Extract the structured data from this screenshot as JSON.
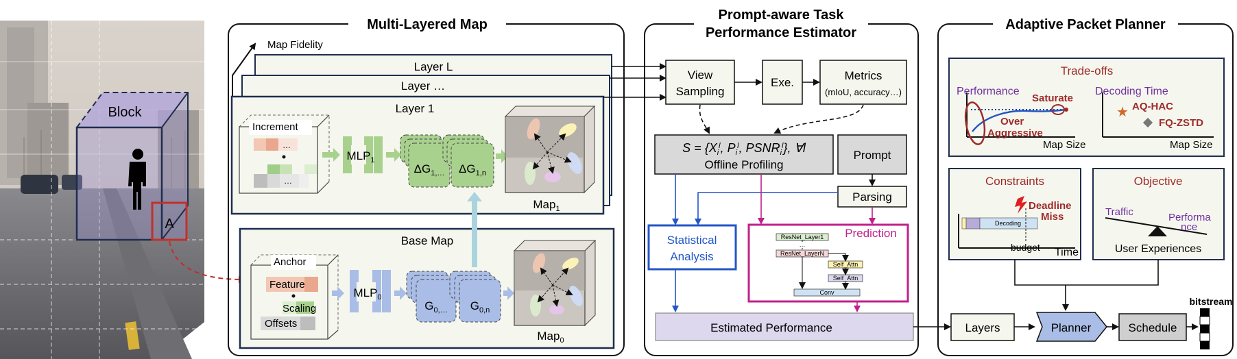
{
  "scene": {
    "block_label": "Block",
    "region_label": "A"
  },
  "multi_layered_map": {
    "title": "Multi-Layered Map",
    "axis_label": "Map Fidelity",
    "layers": [
      "Layer L",
      "Layer …",
      "Layer 1"
    ],
    "layer1": {
      "increment_label": "Increment",
      "ellipsis": "…",
      "mlp_label": "MLP",
      "mlp_sub": "1",
      "delta_a": "ΔG",
      "delta_a_sub": "1,…",
      "delta_b": "ΔG",
      "delta_b_sub": "1,n",
      "map_label": "Map",
      "map_sub": "1"
    },
    "base_map": {
      "title": "Base Map",
      "anchor_label": "Anchor",
      "feature_label": "Feature",
      "scaling_label": "Scaling",
      "offsets_label": "Offsets",
      "mlp_label": "MLP",
      "mlp_sub": "0",
      "g_a": "G",
      "g_a_sub": "0,…",
      "g_b": "G",
      "g_b_sub": "0,n",
      "map_label": "Map",
      "map_sub": "0"
    }
  },
  "estimator": {
    "title_line1": "Prompt-aware Task",
    "title_line2": "Performance Estimator",
    "view_sampling_line1": "View",
    "view_sampling_line2": "Sampling",
    "exe": "Exe.",
    "metrics": "Metrics",
    "metrics_sub": "(mIoU, accuracy…)",
    "formula": "S = {X",
    "formula_parts": {
      "P": "P",
      "PSNR": "PSNR",
      "sup": "l",
      "sub": "i",
      "tail": "}, ∀l",
      "comma": ", "
    },
    "offline_profiling": "Offline Profiling",
    "prompt": "Prompt",
    "parsing": "Parsing",
    "stat_line1": "Statistical",
    "stat_line2": "Analysis",
    "prediction": "Prediction",
    "net_blocks": [
      "ResNet_Layer1",
      "…",
      "ResNet_LayerN",
      "Self_Attn",
      "Self_Attn",
      "Conv"
    ],
    "estimated": "Estimated Performance"
  },
  "planner": {
    "title": "Adaptive Packet Planner",
    "tradeoffs": {
      "title": "Trade-offs",
      "performance": "Performance",
      "saturate": "Saturate",
      "over": "Over",
      "aggressive": "Aggressive",
      "map_size_a": "Map Size",
      "decoding_time": "Decoding Time",
      "aqhac": "AQ-HAC",
      "fqzstd": "FQ-ZSTD",
      "map_size_b": "Map Size"
    },
    "constraints": {
      "title": "Constraints",
      "deadline": "Deadline",
      "miss": "Miss",
      "decoding": "Decoding",
      "budget": "budget",
      "time": "Time"
    },
    "objective": {
      "title": "Objective",
      "traffic": "Traffic",
      "perf_line1": "Performa",
      "perf_line2": "nce",
      "user_exp": "User Experiences"
    },
    "layers": "Layers",
    "planner": "Planner",
    "schedule": "Schedule",
    "bitstream": "bitstream"
  },
  "colors": {
    "panel_bg": "#f5f7ee",
    "navy": "#1f2d4f",
    "green": "#a9d18e",
    "blue": "#a9bde6",
    "gray": "#cfcfcf",
    "magenta": "#c0208a",
    "dark_red": "#9e2b2b",
    "purple": "#7030a0",
    "lavender": "#ddd8ee",
    "stat_blue": "#2356c5"
  }
}
